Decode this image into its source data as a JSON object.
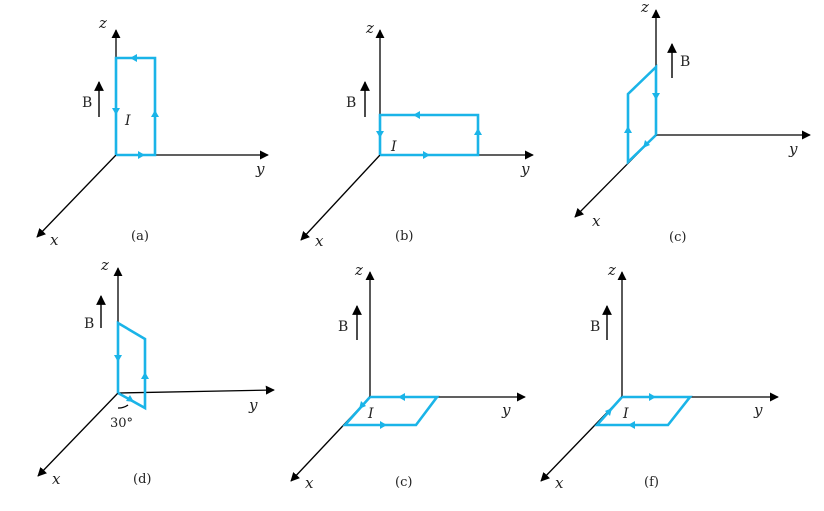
{
  "accent_color": "#1ab4e8",
  "axis_color": "#000000",
  "axis_labels": {
    "x": "x",
    "y": "y",
    "z": "z"
  },
  "field_label": "B",
  "current_label": "I",
  "panels": [
    {
      "caption": "(a)"
    },
    {
      "caption": "(b)"
    },
    {
      "caption": "(c)"
    },
    {
      "caption": "(d)",
      "angle_label": "30°"
    },
    {
      "caption": "(c)"
    },
    {
      "caption": "(f)"
    }
  ]
}
